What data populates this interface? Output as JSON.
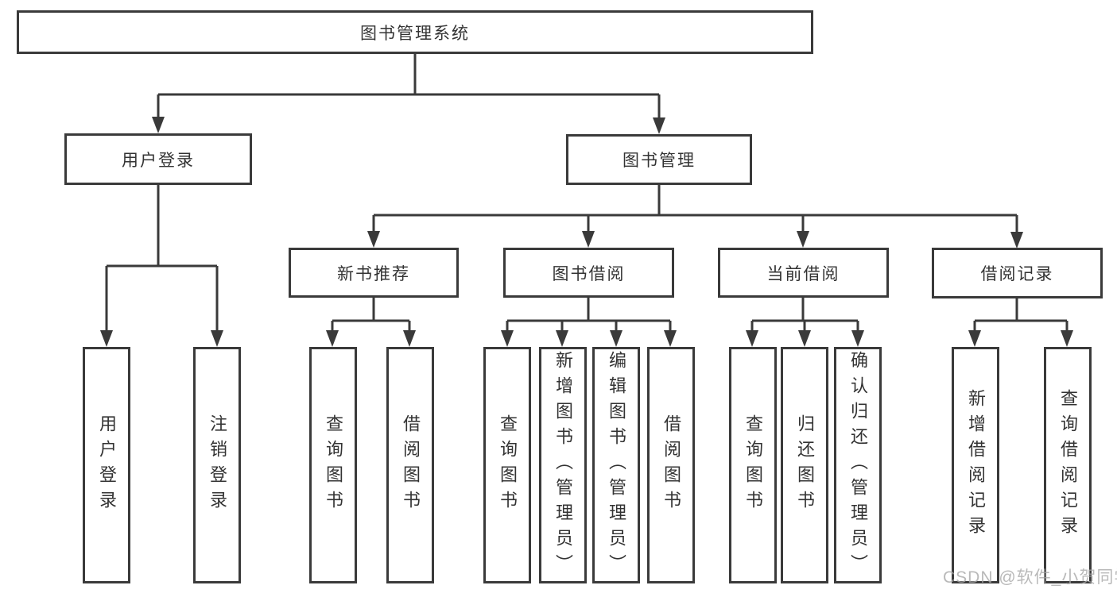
{
  "diagram": {
    "root_label": "图书管理系统",
    "level2": [
      {
        "label": "用户登录",
        "leaves": [
          "用户登录",
          "注销登录"
        ]
      },
      {
        "label": "图书管理",
        "sections": [
          {
            "label": "新书推荐",
            "leaves": [
              "查询图书",
              "借阅图书"
            ]
          },
          {
            "label": "图书借阅",
            "leaves": [
              "查询图书",
              "新增图书（管理员）",
              "编辑图书（管理员）",
              "借阅图书"
            ]
          },
          {
            "label": "当前借阅",
            "leaves": [
              "查询图书",
              "归还图书",
              "确认归还（管理员）"
            ]
          },
          {
            "label": "借阅记录",
            "leaves": [
              "新增借阅记录",
              "查询借阅记录"
            ]
          }
        ]
      }
    ],
    "watermark": "CSDN @软件_小贺同学",
    "colors": {
      "line": "#3a3a3a",
      "box_border": "#3a3a3a",
      "text": "#333333",
      "background": "#ffffff",
      "watermark": "#a8a8a8"
    }
  }
}
